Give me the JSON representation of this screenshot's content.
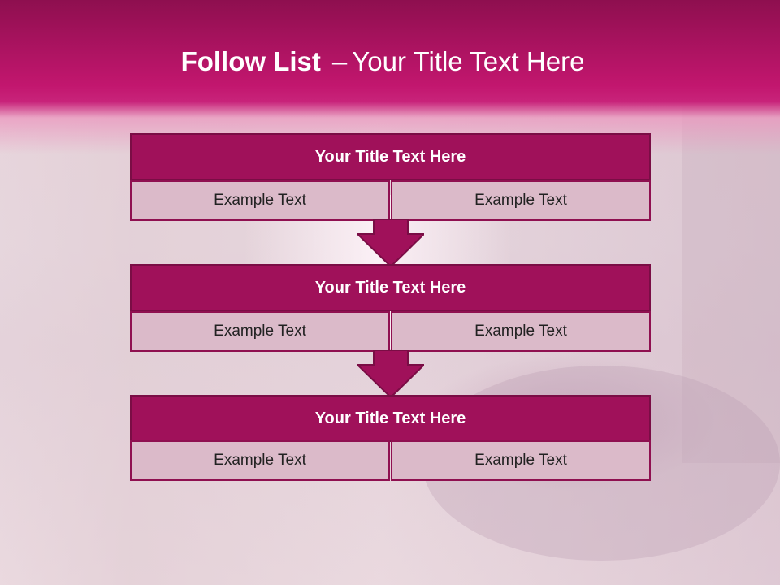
{
  "slide": {
    "title_bold": "Follow List",
    "title_dash": "–",
    "title_rest": "Your Title Text Here"
  },
  "colors": {
    "header": "#c2166e",
    "block_title": "#a0115a",
    "cell": "#dbbac9",
    "border": "#8f1050"
  },
  "blocks": [
    {
      "title": "Your Title Text Here",
      "left": "Example Text",
      "right": "Example Text"
    },
    {
      "title": "Your Title Text Here",
      "left": "Example Text",
      "right": "Example Text"
    },
    {
      "title": "Your Title Text Here",
      "left": "Example Text",
      "right": "Example Text"
    }
  ],
  "arrows": [
    {
      "icon": "down-arrow-icon"
    },
    {
      "icon": "down-arrow-icon"
    }
  ]
}
